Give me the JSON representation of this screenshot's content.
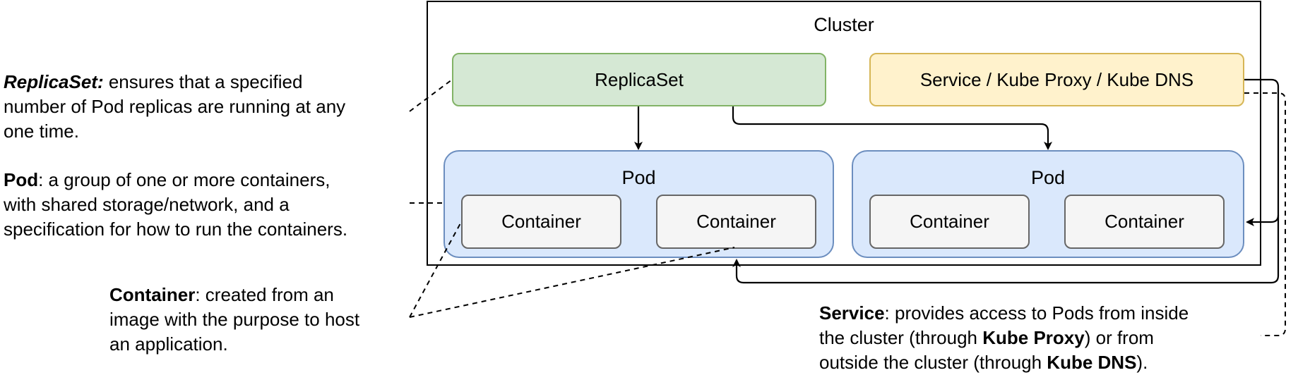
{
  "cluster": {
    "title": "Cluster"
  },
  "replicaset": {
    "label": "ReplicaSet"
  },
  "service": {
    "label": "Service / Kube Proxy / Kube DNS"
  },
  "pods": [
    {
      "title": "Pod",
      "containers": [
        "Container",
        "Container"
      ]
    },
    {
      "title": "Pod",
      "containers": [
        "Container",
        "Container"
      ]
    }
  ],
  "notes": {
    "replicaset": {
      "term": "ReplicaSet:",
      "line1": " ensures that a specified",
      "line2": "number of Pod replicas are running at any",
      "line3": "one time."
    },
    "pod": {
      "term": "Pod",
      "line1": ": a group of one or more containers,",
      "line2": "with shared storage/network, and a",
      "line3": "specification for how to run the containers."
    },
    "container": {
      "term": "Container",
      "line1": ": created from an",
      "line2": "image with the purpose to host",
      "line3": "an application."
    },
    "service": {
      "term": "Service",
      "line1": ": provides access to Pods from inside",
      "line2a": "the cluster (through ",
      "line2b": "Kube Proxy",
      "line2c": ") or from",
      "line3a": "outside the cluster (through ",
      "line3b": "Kube DNS",
      "line3c": ")."
    }
  }
}
